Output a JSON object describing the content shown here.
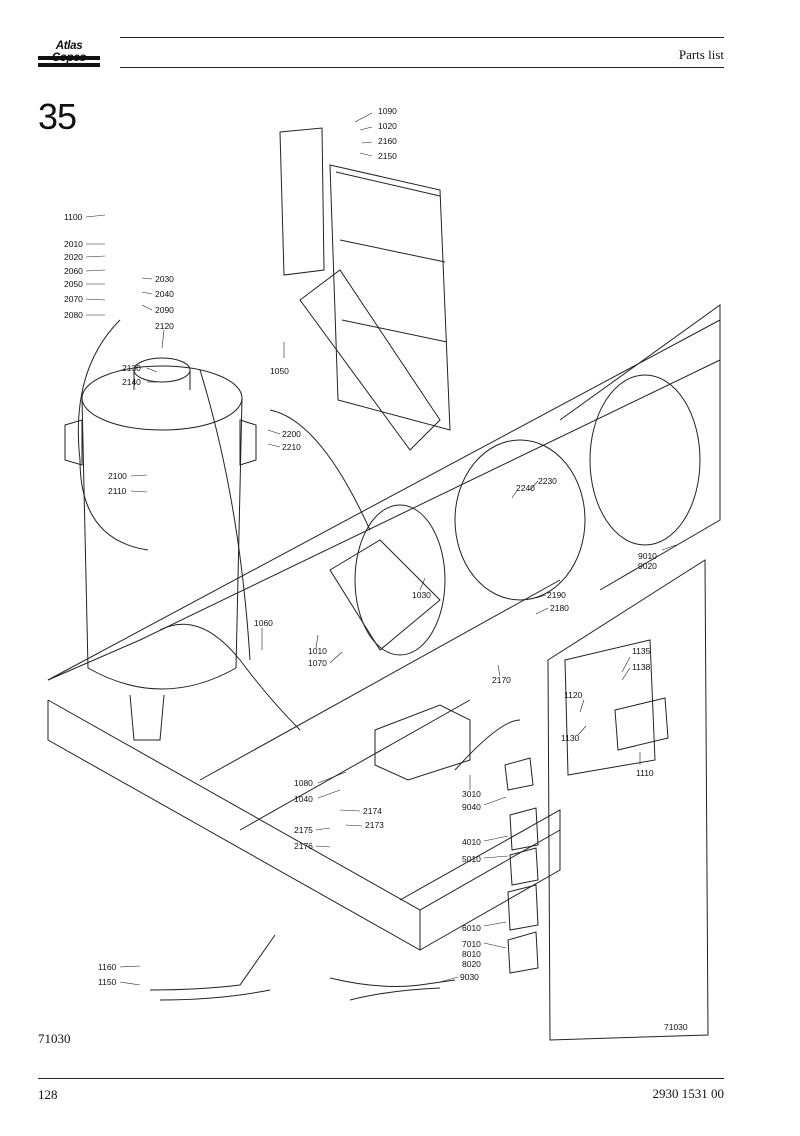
{
  "header": {
    "logo_text": "Atlas Copco",
    "title": "Parts list"
  },
  "section_number": "35",
  "figure_id": "71030",
  "figure_id_inline": "71030",
  "footer": {
    "page_number": "128",
    "document_number": "2930 1531 00"
  },
  "callouts": [
    "1090",
    "1020",
    "2160",
    "2150",
    "1100",
    "2010",
    "2020",
    "2060",
    "2050",
    "2070",
    "2080",
    "2030",
    "2040",
    "2090",
    "2120",
    "2130",
    "2140",
    "1050",
    "2200",
    "2210",
    "2100",
    "2110",
    "2230",
    "2240",
    "9010",
    "9020",
    "1030",
    "2190",
    "2180",
    "1060",
    "1010",
    "1070",
    "2170",
    "1135",
    "1138",
    "1120",
    "1130",
    "1110",
    "1080",
    "1040",
    "2174",
    "2175",
    "2173",
    "2176",
    "3010",
    "9040",
    "4010",
    "5010",
    "6010",
    "7010",
    "8010",
    "8020",
    "1160",
    "1150",
    "9030"
  ]
}
